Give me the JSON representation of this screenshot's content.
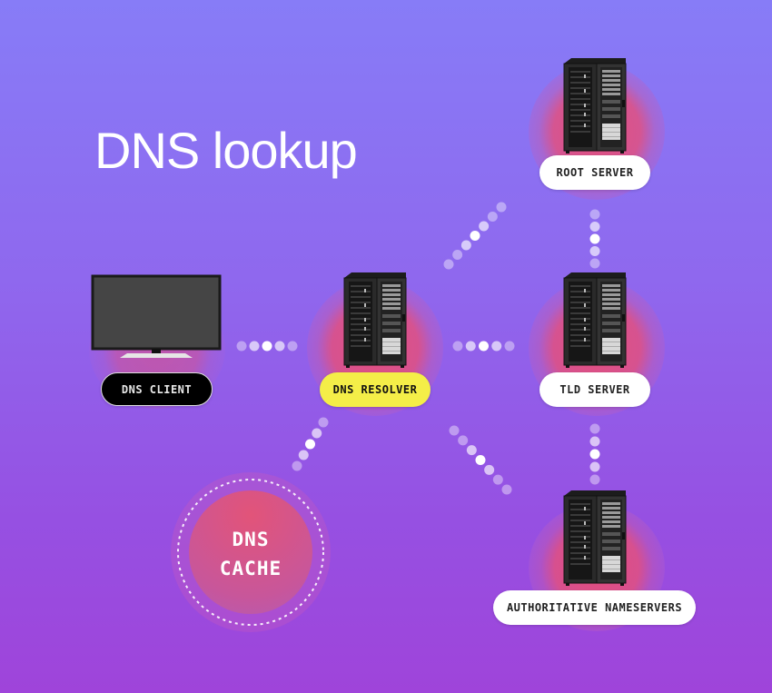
{
  "title": "DNS lookup",
  "nodes": {
    "client": {
      "label": "DNS CLIENT",
      "icon": "monitor-icon"
    },
    "resolver": {
      "label": "DNS RESOLVER",
      "icon": "server-rack-icon"
    },
    "root": {
      "label": "ROOT SERVER",
      "icon": "server-rack-icon"
    },
    "tld": {
      "label": "TLD SERVER",
      "icon": "server-rack-icon"
    },
    "authoritative": {
      "label": "AUTHORITATIVE NAMESERVERS",
      "icon": "server-rack-icon"
    },
    "cache": {
      "line1": "DNS",
      "line2": "CACHE"
    }
  },
  "connections": [
    {
      "from": "client",
      "to": "resolver"
    },
    {
      "from": "resolver",
      "to": "root"
    },
    {
      "from": "resolver",
      "to": "tld"
    },
    {
      "from": "resolver",
      "to": "authoritative"
    },
    {
      "from": "resolver",
      "to": "cache"
    },
    {
      "from": "root",
      "to": "tld"
    },
    {
      "from": "tld",
      "to": "authoritative"
    }
  ],
  "colors": {
    "resolver_pill": "#f4ee48",
    "client_pill": "#000000",
    "server_pill": "#ffffff",
    "glow": "#e84e78"
  }
}
